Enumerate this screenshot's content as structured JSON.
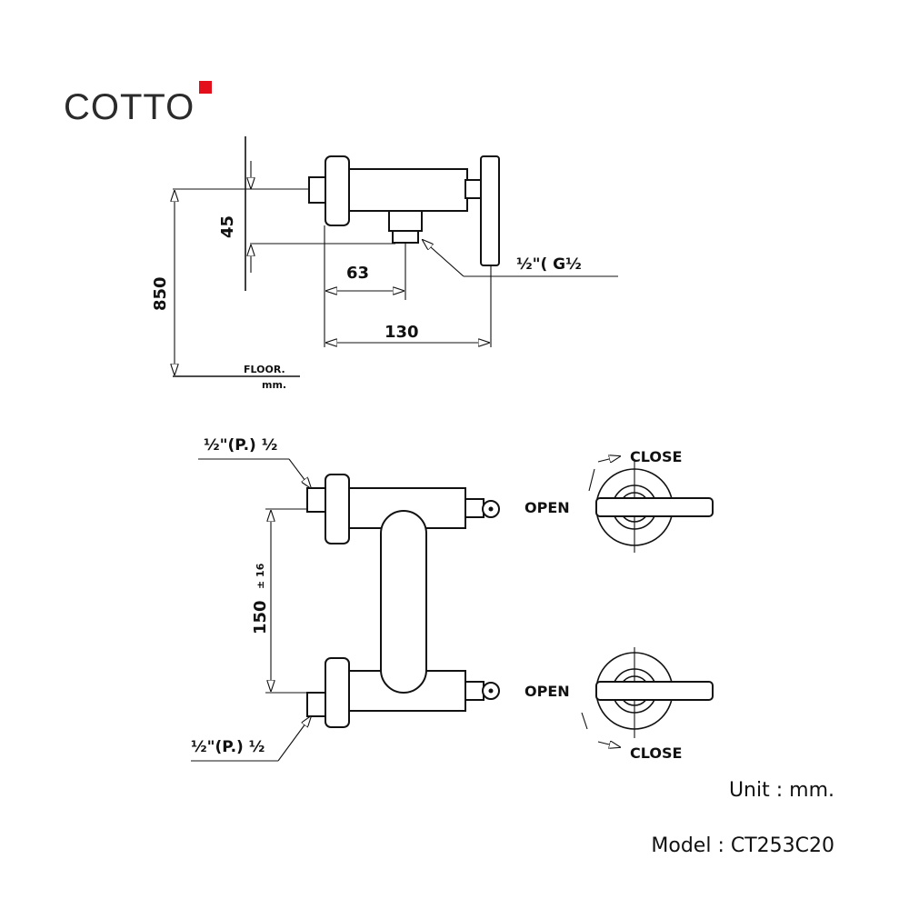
{
  "brand": {
    "name": "COTTO",
    "accent_color": "#e3101b"
  },
  "side_view": {
    "dim_height": "850",
    "dim_offset": "45",
    "dim_depth_outlet": "63",
    "dim_depth_total": "130",
    "floor_label": "FLOOR.",
    "floor_unit": "mm.",
    "outlet_thread": "½\"( G½"
  },
  "front_view": {
    "inlet_top_thread": "½\"(P.) ½",
    "inlet_bottom_thread": "½\"(P.) ½",
    "dim_centers": "150",
    "dim_tolerance": "± 16",
    "top_handle": {
      "open_label": "OPEN",
      "close_label": "CLOSE"
    },
    "bottom_handle": {
      "open_label": "OPEN",
      "close_label": "CLOSE"
    }
  },
  "footer": {
    "unit": "Unit : mm.",
    "model": "Model : CT253C20"
  }
}
